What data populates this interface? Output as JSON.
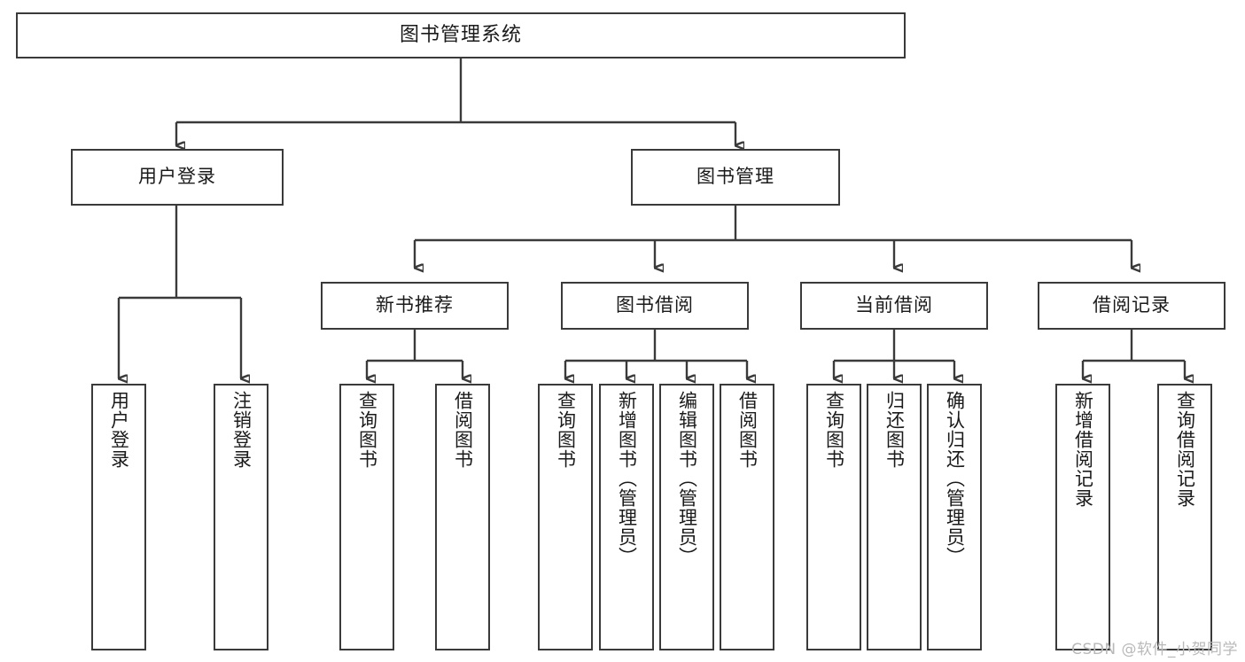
{
  "diagram": {
    "title": "图书管理系统",
    "type": "hierarchy-tree",
    "watermark": "CSDN @软件_小贺同学",
    "colors": {
      "border": "#3a3a3a",
      "fill": "#ffffff",
      "text": "#1a1a1a",
      "watermark": "#b9b9b9"
    },
    "levels": {
      "root": {
        "label": "图书管理系统"
      },
      "level2": [
        {
          "label": "用户登录"
        },
        {
          "label": "图书管理"
        }
      ],
      "level3": [
        {
          "label": "新书推荐"
        },
        {
          "label": "图书借阅"
        },
        {
          "label": "当前借阅"
        },
        {
          "label": "借阅记录"
        }
      ],
      "leaves": {
        "user_login": [
          {
            "label": "用户登录"
          },
          {
            "label": "注销登录"
          }
        ],
        "new_book_rec": [
          {
            "label": "查询图书"
          },
          {
            "label": "借阅图书"
          }
        ],
        "book_borrow": [
          {
            "label": "查询图书"
          },
          {
            "label": "新增图书（管理员）"
          },
          {
            "label": "编辑图书（管理员）"
          },
          {
            "label": "借阅图书"
          }
        ],
        "current_borrow": [
          {
            "label": "查询图书"
          },
          {
            "label": "归还图书"
          },
          {
            "label": "确认归还（管理员）"
          }
        ],
        "borrow_record": [
          {
            "label": "新增借阅记录"
          },
          {
            "label": "查询借阅记录"
          }
        ]
      }
    }
  },
  "chart_data": {
    "type": "table",
    "title": "图书管理系统",
    "categories": [
      "用户登录",
      "图书管理"
    ],
    "series": [
      {
        "name": "用户登录",
        "values": [
          "用户登录",
          "注销登录"
        ]
      },
      {
        "name": "新书推荐",
        "values": [
          "查询图书",
          "借阅图书"
        ]
      },
      {
        "name": "图书借阅",
        "values": [
          "查询图书",
          "新增图书（管理员）",
          "编辑图书（管理员）",
          "借阅图书"
        ]
      },
      {
        "name": "当前借阅",
        "values": [
          "查询图书",
          "归还图书",
          "确认归还（管理员）"
        ]
      },
      {
        "name": "借阅记录",
        "values": [
          "新增借阅记录",
          "查询借阅记录"
        ]
      }
    ],
    "xlabel": "",
    "ylabel": "",
    "grid": false,
    "legend": "none"
  }
}
